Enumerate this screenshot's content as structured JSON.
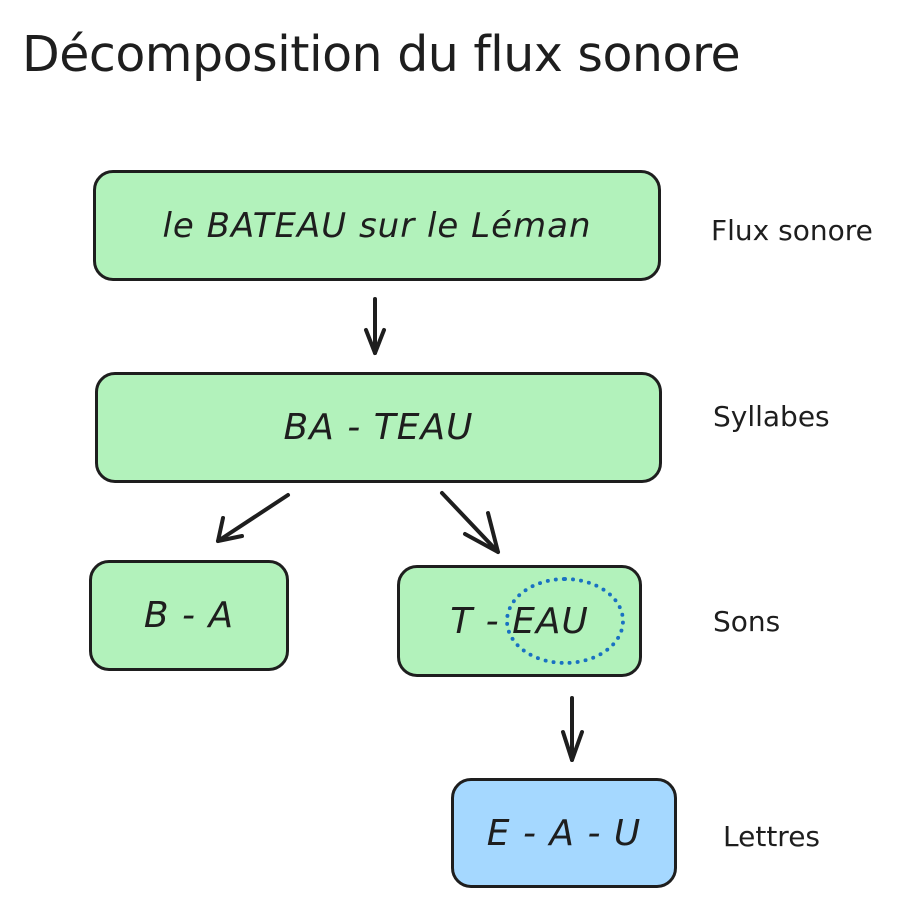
{
  "title": "Décomposition du flux sonore",
  "nodes": {
    "phrase": "le BATEAU sur le Léman",
    "syllables": "BA - TEAU",
    "sound_ba": "B - A",
    "sound_teau": "T - EAU",
    "letters": "E - A - U"
  },
  "levels": {
    "flux": "Flux sonore",
    "syllabes": "Syllabes",
    "sons": "Sons",
    "lettres": "Lettres"
  },
  "colors": {
    "green": "#b2f2bb",
    "blue": "#a5d8ff",
    "stroke": "#1e1e1e",
    "highlight": "#1971c2"
  }
}
